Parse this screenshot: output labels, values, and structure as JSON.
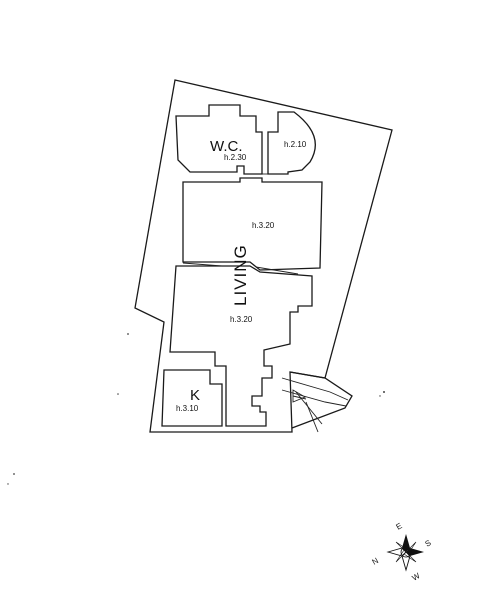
{
  "rooms": {
    "wc": {
      "name": "W.C.",
      "height": "h.2.30"
    },
    "wc_annex": {
      "height": "h.2.10"
    },
    "living": {
      "name": "LIVING",
      "height_upper": "h.3.20",
      "height_lower": "h.3.20"
    },
    "kitchen": {
      "name": "K",
      "height": "h.3.10"
    }
  },
  "compass": {
    "letters": [
      "E",
      "S",
      "N",
      "W"
    ]
  }
}
